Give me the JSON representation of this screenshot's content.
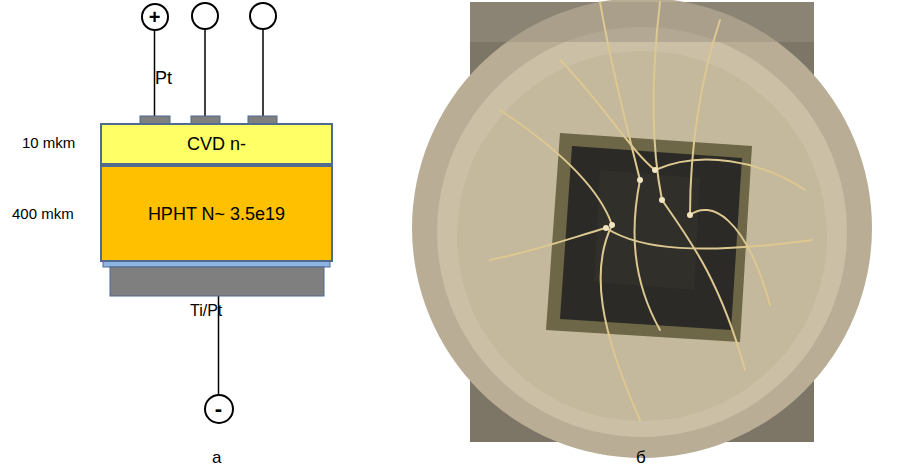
{
  "diagram": {
    "nodes": [
      {
        "text": [
          "+"
        ]
      },
      {
        "text": [
          "CVD n-"
        ]
      },
      {
        "text": [
          "HPHT N~ 3.5e19"
        ]
      },
      {
        "text": [
          "-"
        ]
      }
    ],
    "edges": [
      {
        "from": 0,
        "to": 1,
        "arrow": "none"
      },
      {
        "from": 2,
        "to": 3,
        "arrow": "none"
      }
    ],
    "labels": [
      "Pt",
      "10 mkm",
      "400 mkm",
      "Ti/Pt",
      "а",
      "б"
    ]
  }
}
